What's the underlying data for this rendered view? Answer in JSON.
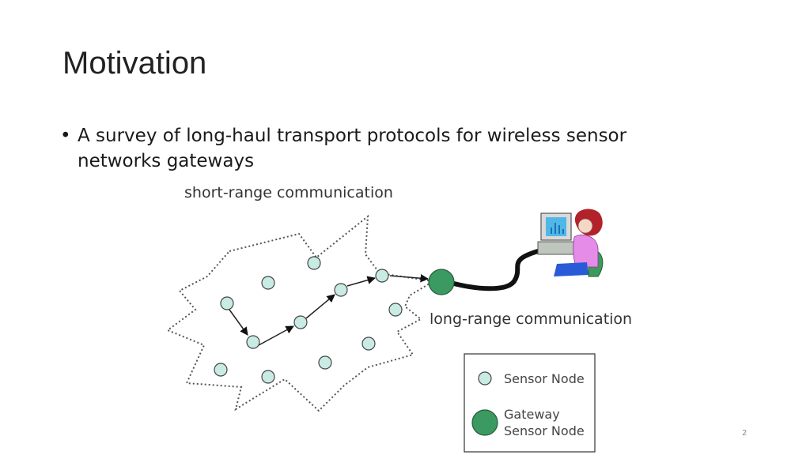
{
  "slide": {
    "title": "Motivation",
    "bullet_marker": "•",
    "bullet_text": "A survey of long-haul transport protocols for wireless sensor networks gateways",
    "page_number": "2"
  },
  "diagram": {
    "short_range_label": "short-range communication",
    "long_range_label": "long-range communication",
    "legend": {
      "sensor_node": "Sensor Node",
      "gateway_line1": "Gateway",
      "gateway_line2": "Sensor Node"
    }
  },
  "colors": {
    "sensor_fill": "#c8ebe4",
    "gateway_fill": "#3a9a62",
    "cable": "#111111",
    "monitor_screen": "#4fb8e6",
    "person_shirt": "#e48ce8",
    "person_hair": "#b3212a",
    "chair": "#3c9a5a"
  }
}
